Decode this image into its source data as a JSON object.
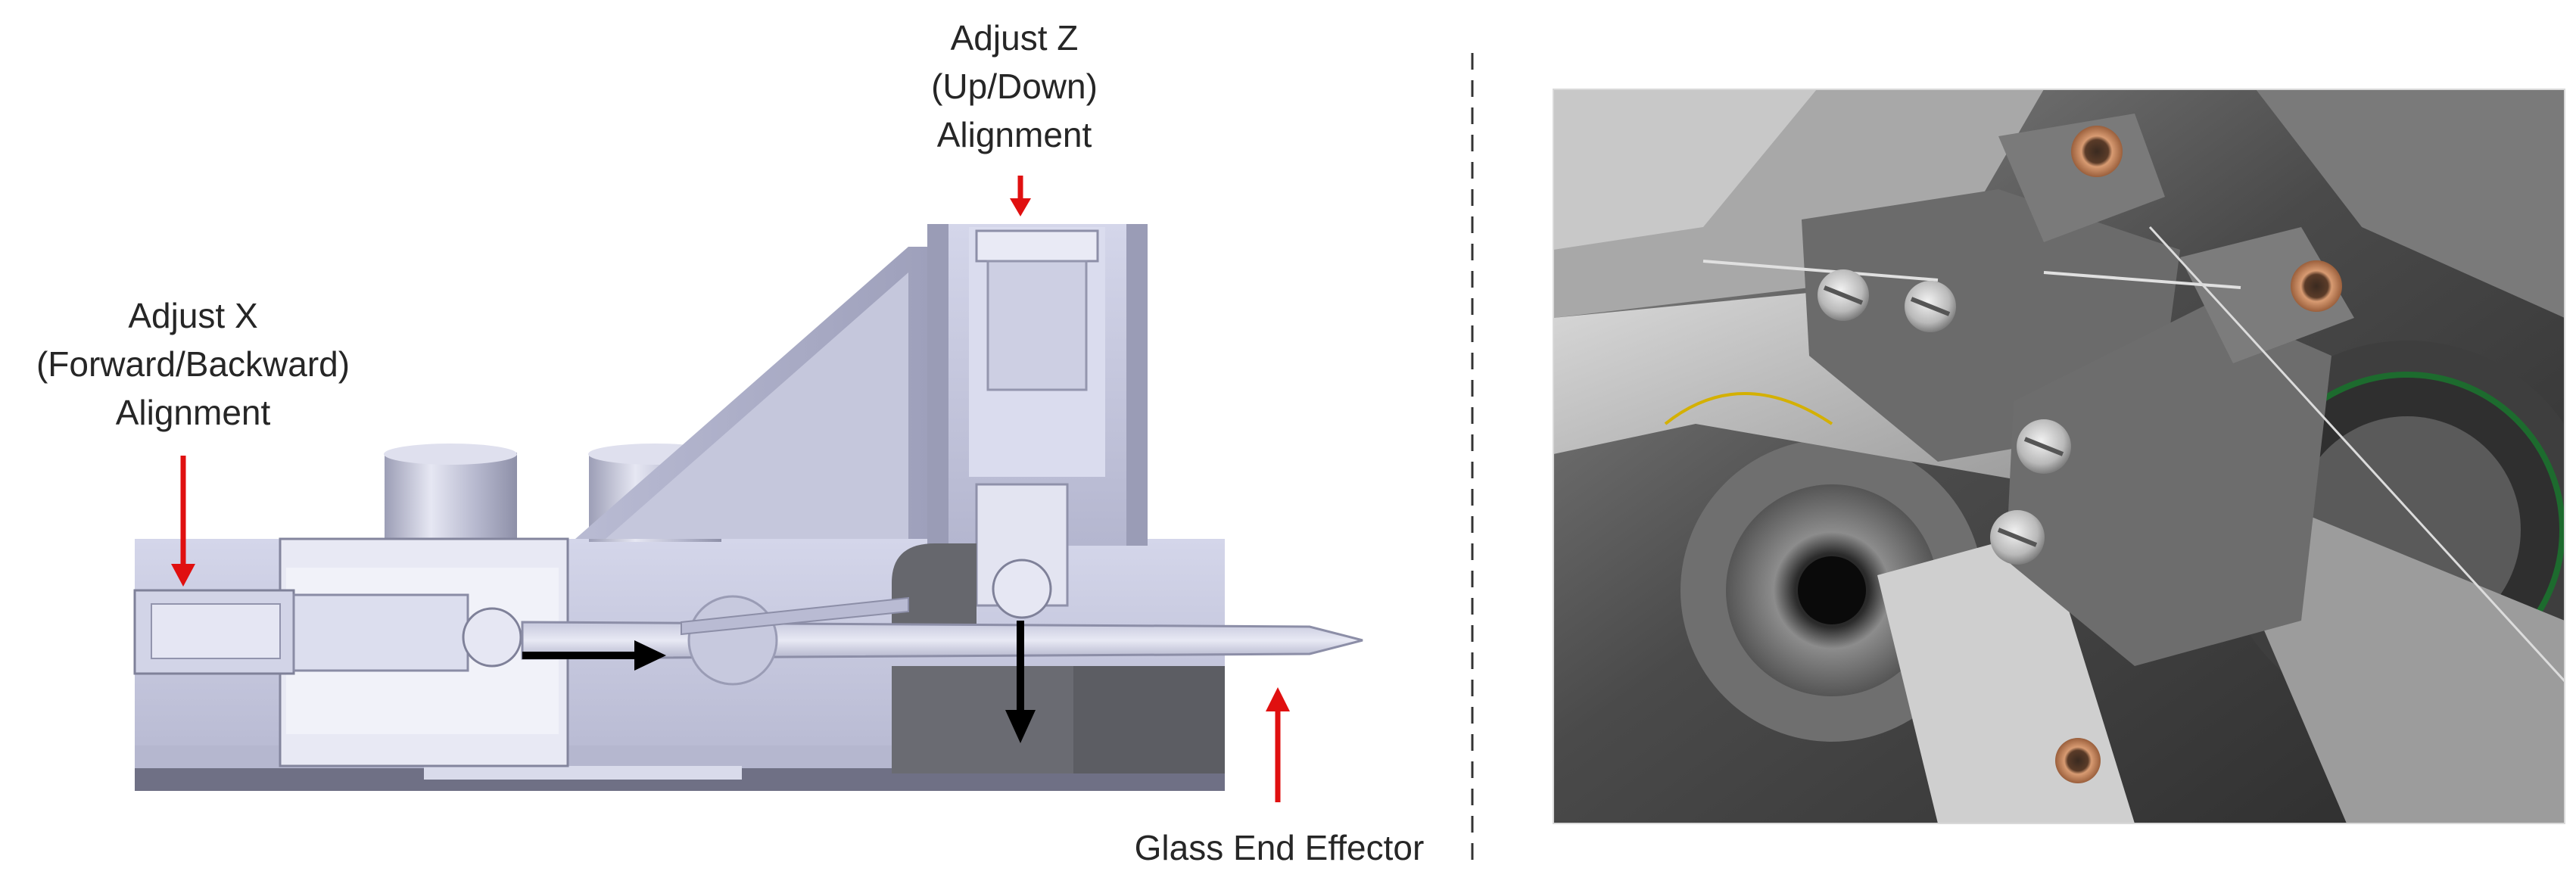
{
  "labels": {
    "adjust_z": [
      "Adjust Z",
      "(Up/Down)",
      "Alignment"
    ],
    "adjust_x": [
      "Adjust X",
      "(Forward/Backward)",
      "Alignment"
    ],
    "glass_end_effector": "Glass End Effector"
  },
  "colors": {
    "annotation_arrow": "#e01010",
    "motion_arrow": "#000000",
    "part_light": "#c9cbe0",
    "part_mid": "#a9abc4",
    "part_dark": "#5e5e63",
    "photo_bg": "#3a3a3a"
  }
}
